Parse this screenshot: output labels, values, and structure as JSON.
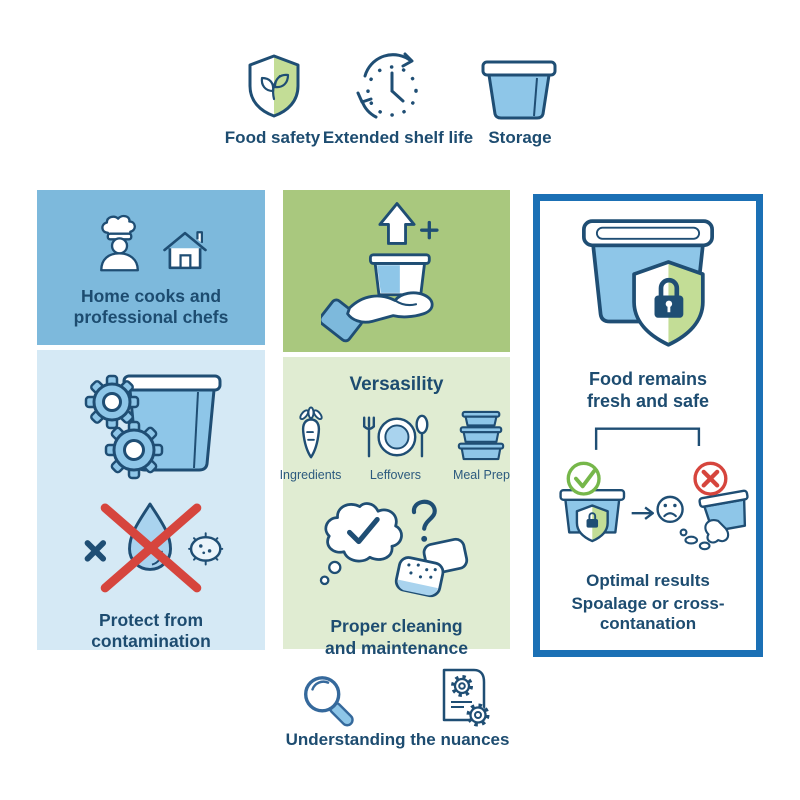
{
  "colors": {
    "navy_text": "#1d4c70",
    "column_blue_dark": "#7db9dc",
    "column_blue_light": "#d5e9f5",
    "column_green_dark": "#a9c87e",
    "column_green_light": "#e0ecd2",
    "panel_border_blue": "#1b70b5",
    "container_fill_blue": "#8ec6e8",
    "shield_leaf_green": "#c3dd96",
    "status_red": "#d6453d",
    "status_green": "#76b74a"
  },
  "top_row": {
    "items": [
      {
        "icon": "shield-leaf-icon",
        "label": "Food safety"
      },
      {
        "icon": "clock-refresh-icon",
        "label": "Extended shelf life"
      },
      {
        "icon": "storage-container-icon",
        "label": "Storage"
      }
    ]
  },
  "left_column": {
    "audience_caption": "Home cooks and professional chefs",
    "contamination_caption": "Protect from contamination"
  },
  "middle_column": {
    "title": "Versasility",
    "use_cases": [
      {
        "icon": "carrot-icon",
        "label": "Ingredients"
      },
      {
        "icon": "plate-fork-spoon-icon",
        "label": "Leffovers"
      },
      {
        "icon": "stacked-containers-icon",
        "label": "Meal Prep"
      }
    ],
    "cleaning_caption": "Proper cleaning and maintenance"
  },
  "right_panel": {
    "fresh_caption": "Food remains fresh and safe",
    "optimal_caption": "Optimal results",
    "spoilage_caption": "Spoalage or cross-contanation"
  },
  "footer": {
    "caption": "Understanding the nuances"
  }
}
